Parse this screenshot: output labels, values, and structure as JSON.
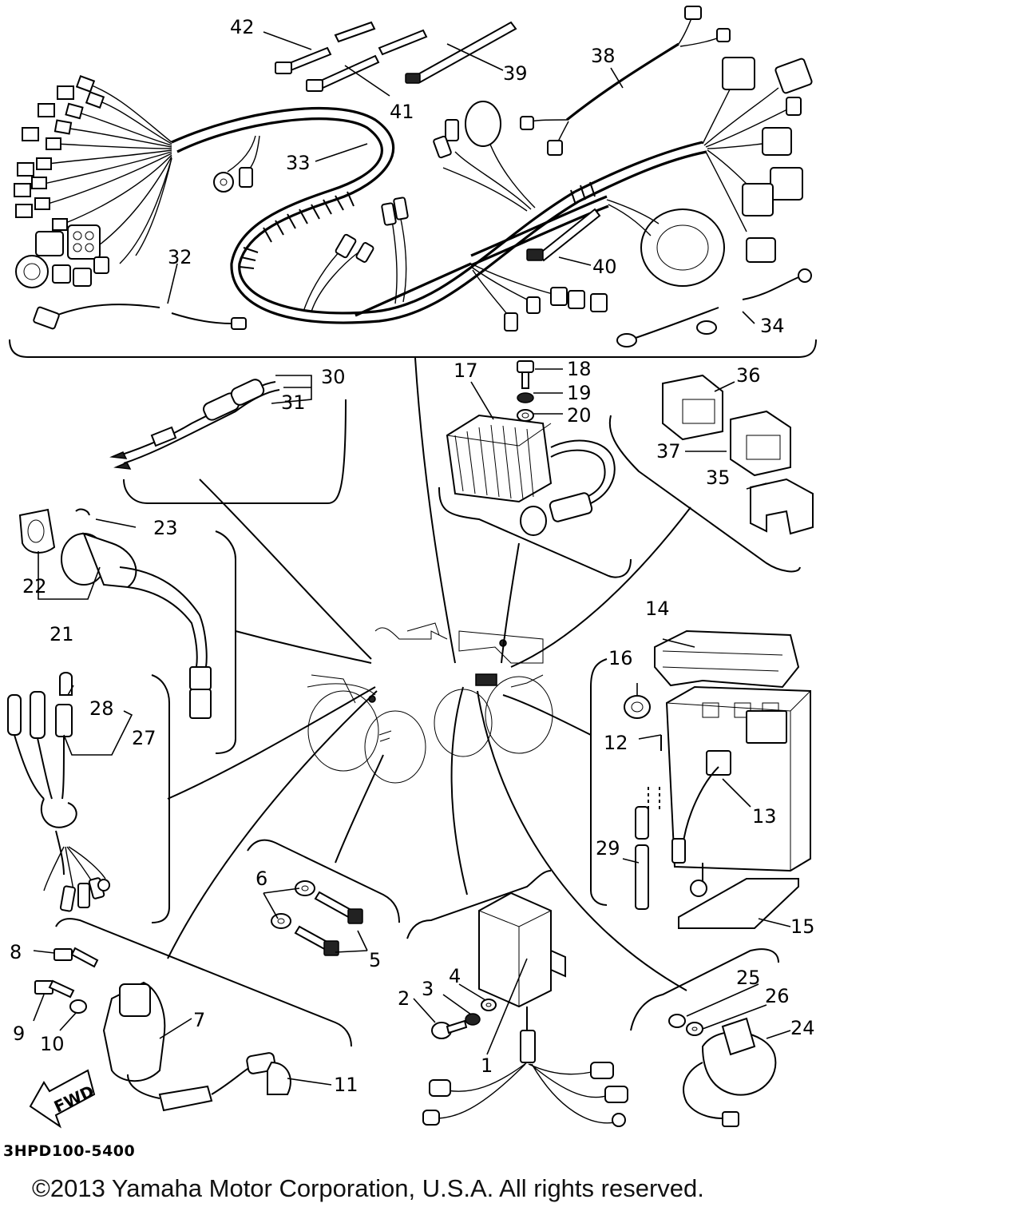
{
  "diagram": {
    "drawing_code": "3HPD100-5400",
    "copyright": "©2013 Yamaha Motor Corporation, U.S.A. All rights reserved.",
    "direction_label": "FWD",
    "callouts": [
      "1",
      "2",
      "3",
      "4",
      "5",
      "6",
      "7",
      "8",
      "9",
      "10",
      "11",
      "12",
      "13",
      "14",
      "15",
      "16",
      "17",
      "18",
      "19",
      "20",
      "21",
      "22",
      "23",
      "24",
      "25",
      "26",
      "27",
      "28",
      "29",
      "30",
      "31",
      "32",
      "33",
      "34",
      "35",
      "36",
      "37",
      "38",
      "39",
      "40",
      "41",
      "42"
    ]
  }
}
